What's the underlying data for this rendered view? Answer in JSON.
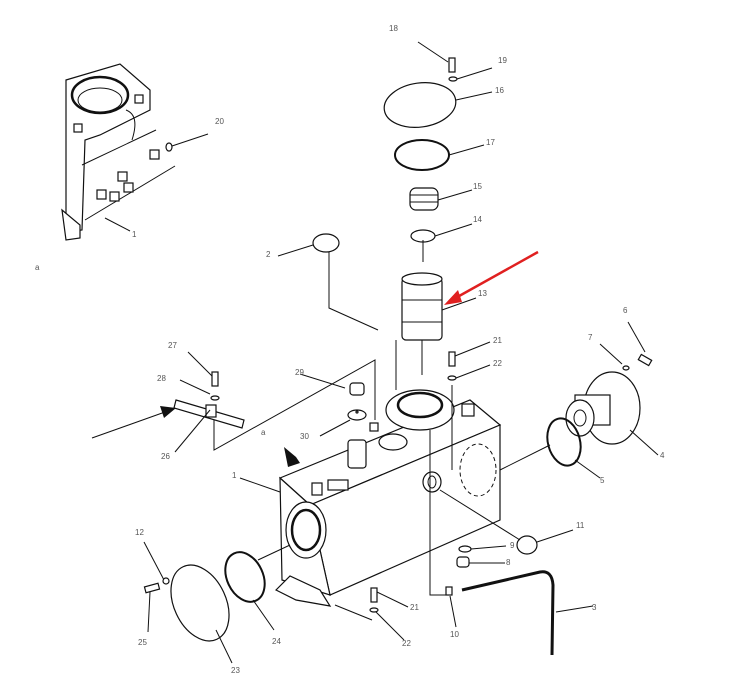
{
  "diagram": {
    "callouts": [
      "18",
      "19",
      "16",
      "17",
      "15",
      "14",
      "13",
      "20",
      "1",
      "a",
      "2",
      "6",
      "7",
      "21",
      "22",
      "27",
      "28",
      "29",
      "4",
      "5",
      "26",
      "a",
      "30",
      "1",
      "11",
      "9",
      "8",
      "12",
      "3",
      "21",
      "25",
      "24",
      "10",
      "22",
      "23"
    ],
    "highlight_color": "#e02020"
  }
}
